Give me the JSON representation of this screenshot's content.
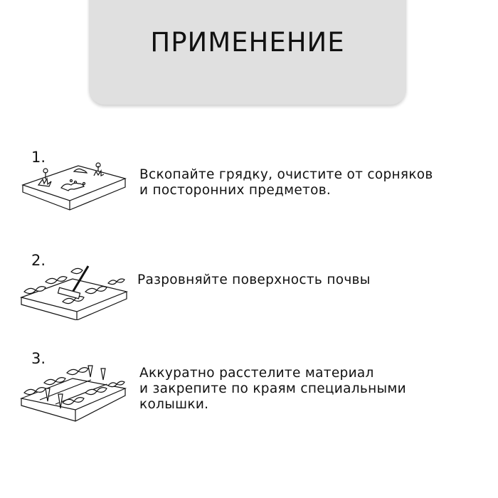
{
  "header": {
    "title": "ПРИМЕНЕНИЕ",
    "background": "#e0e0e0"
  },
  "steps": [
    {
      "number": "1.",
      "icon": "dug-garden-bed-with-weeds-icon",
      "lines": [
        "Вскопайте грядку, очистите от сорняков",
        "и посторонних предметов."
      ]
    },
    {
      "number": "2.",
      "icon": "garden-bed-with-rake-icon",
      "lines": [
        "Разровняйте поверхность почвы"
      ]
    },
    {
      "number": "3.",
      "icon": "garden-bed-with-pegs-icon",
      "lines": [
        "Аккуратно расстелите материал",
        "и закрепите по краям специальными",
        "колышки."
      ]
    }
  ]
}
